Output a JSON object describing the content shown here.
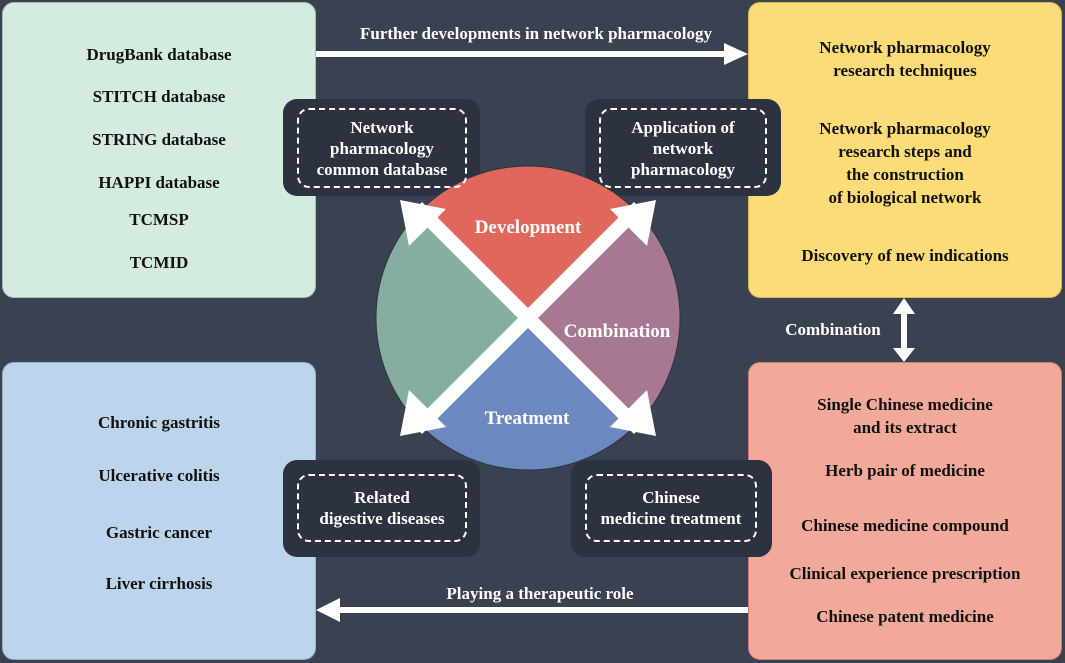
{
  "top_left_box": {
    "items": [
      "DrugBank database",
      "STITCH database",
      "STRING database",
      "HAPPI database",
      "TCMSP",
      "TCMID"
    ],
    "color": "#d4ecdf"
  },
  "top_right_box": {
    "items": [
      "Network pharmacology\nresearch techniques",
      "Network pharmacology\nresearch steps and\nthe construction\nof biological network",
      "Discovery of new indications"
    ],
    "color": "#fcdc78"
  },
  "bottom_left_box": {
    "items": [
      "Chronic gastritis",
      "Ulcerative colitis",
      "Gastric cancer",
      "Liver cirrhosis"
    ],
    "color": "#bcd5ec"
  },
  "bottom_right_box": {
    "items": [
      "Single Chinese medicine\nand its extract",
      "Herb pair of medicine",
      "Chinese medicine compound",
      "Clinical experience prescription",
      "Chinese patent medicine"
    ],
    "color": "#f1aa9a"
  },
  "arrows": {
    "top": "Further developments in network pharmacology",
    "bottom": "Playing a therapeutic role",
    "right": "Combination"
  },
  "dashed_labels": {
    "top_left": "Network\npharmacology\ncommon database",
    "top_right": "Application of\nnetwork\npharmacology",
    "bottom_left": "Related\ndigestive diseases",
    "bottom_right": "Chinese\nmedicine treatment"
  },
  "circle": {
    "top": {
      "label": "Development",
      "color": "#e0675c"
    },
    "right": {
      "label": "Combination",
      "color": "#a87892"
    },
    "bottom": {
      "label": "Treatment",
      "color": "#6c88c0"
    },
    "left": {
      "label": "",
      "color": "#86aea0"
    }
  },
  "background_color": "#3a4150"
}
